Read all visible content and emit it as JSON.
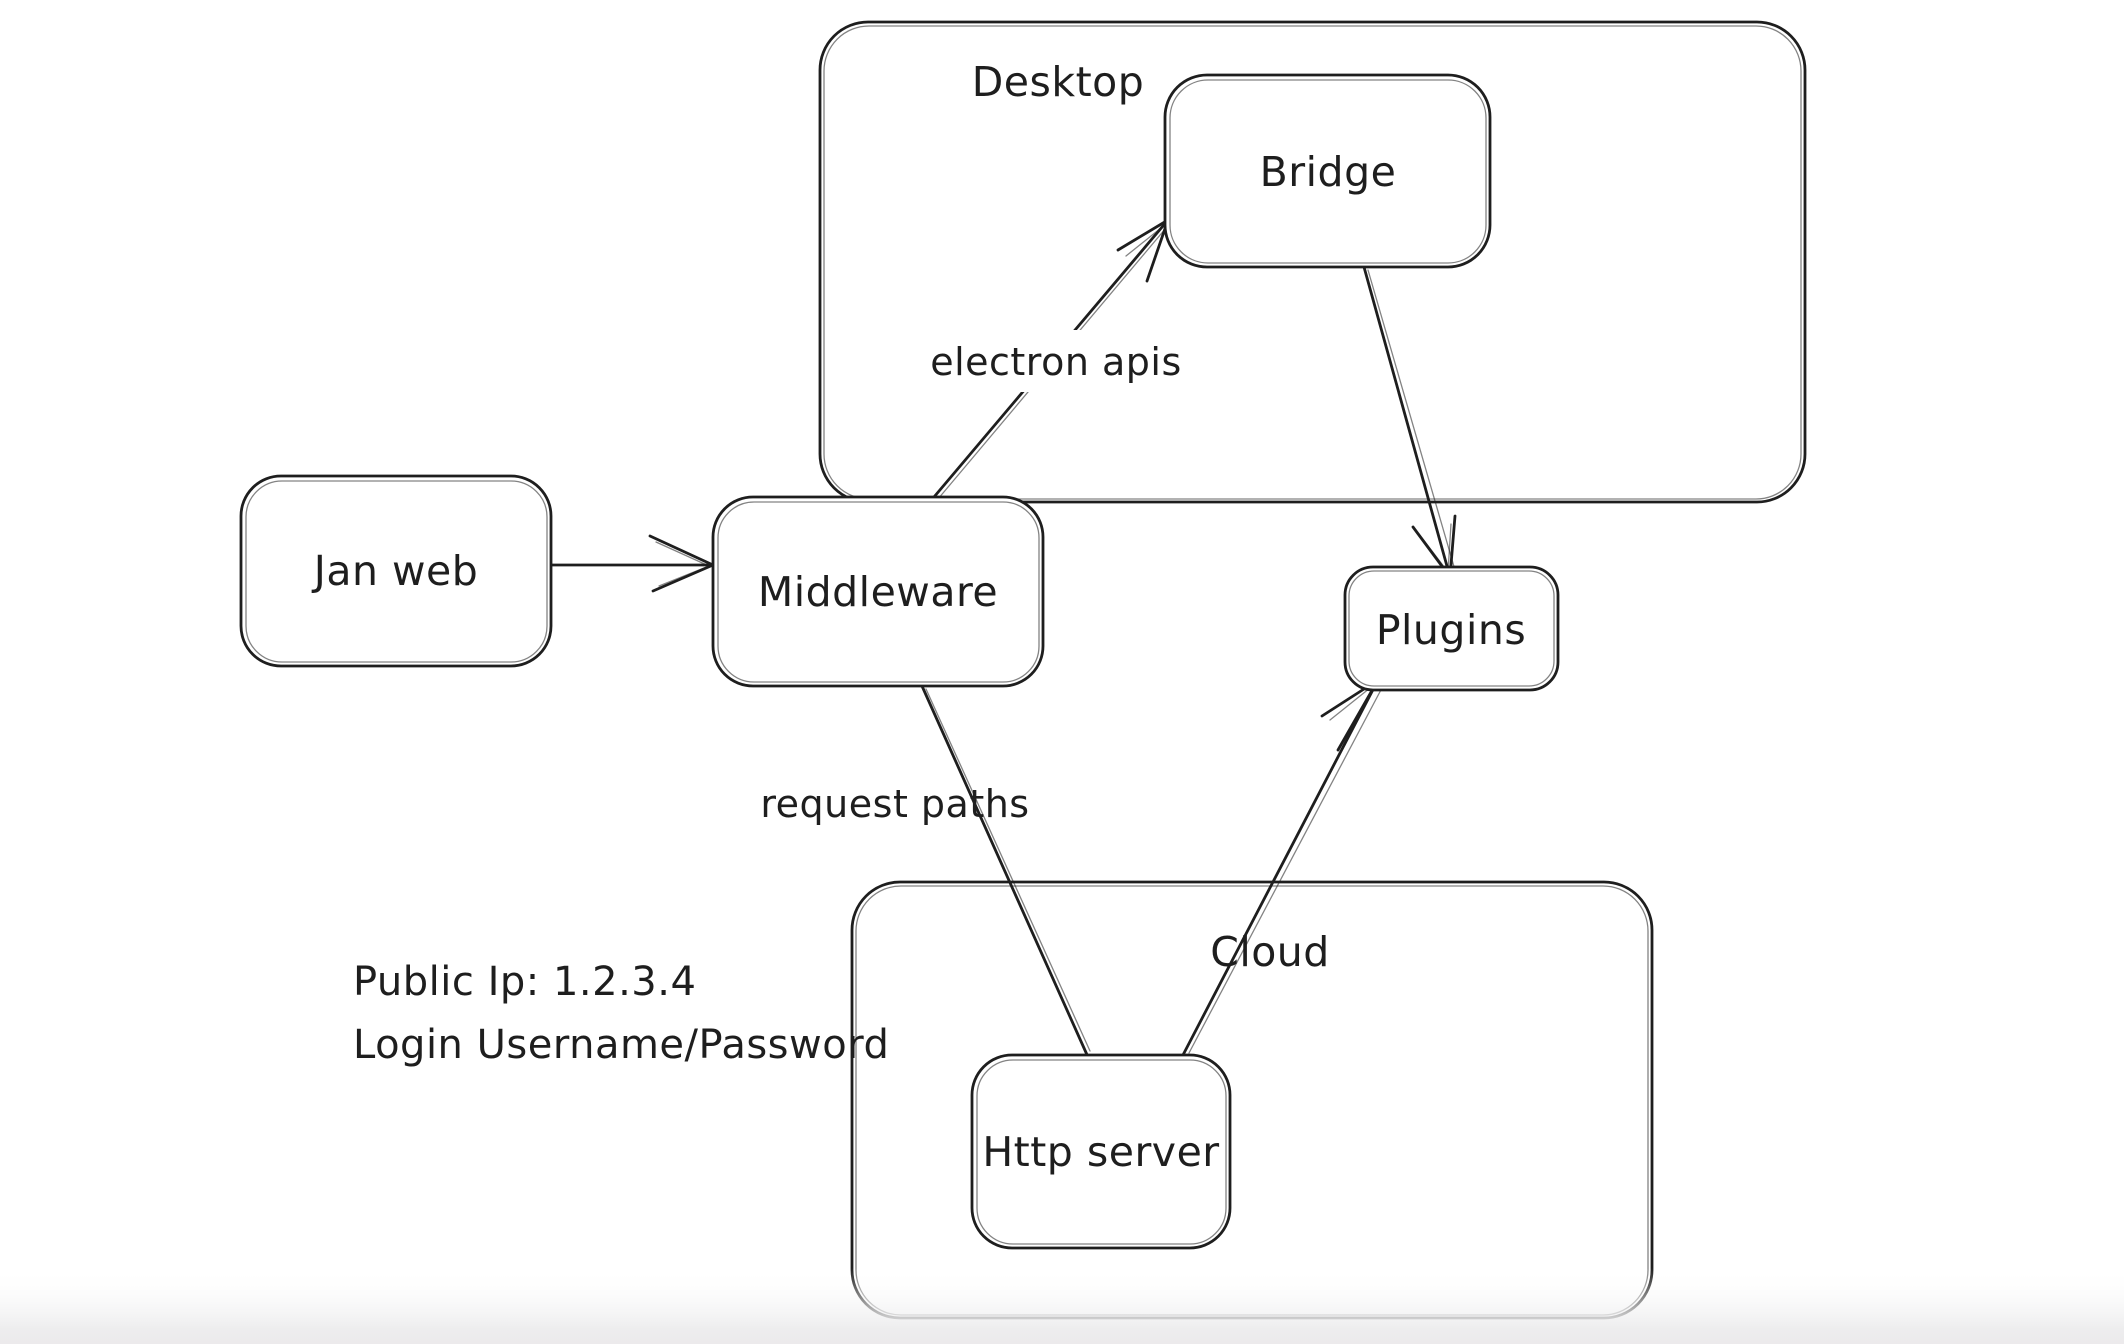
{
  "diagram": {
    "style": {
      "stroke_color": "#1e1e1e",
      "background_color": "#ffffff",
      "bottom_shade_color": "#ededee"
    },
    "containers": [
      {
        "id": "desktop",
        "label": "Desktop"
      },
      {
        "id": "cloud",
        "label": "Cloud"
      }
    ],
    "nodes": [
      {
        "id": "jan-web",
        "label": "Jan web"
      },
      {
        "id": "middleware",
        "label": "Middleware"
      },
      {
        "id": "bridge",
        "label": "Bridge"
      },
      {
        "id": "plugins",
        "label": "Plugins"
      },
      {
        "id": "http-server",
        "label": "Http server"
      }
    ],
    "edges": [
      {
        "from": "jan-web",
        "to": "middleware",
        "label": "",
        "arrowhead": true
      },
      {
        "from": "middleware",
        "to": "bridge",
        "label": "electron apis",
        "arrowhead": true
      },
      {
        "from": "bridge",
        "to": "plugins",
        "label": "",
        "arrowhead": true
      },
      {
        "from": "middleware",
        "to": "http-server",
        "label": "request paths",
        "arrowhead": false
      },
      {
        "from": "http-server",
        "to": "plugins",
        "label": "",
        "arrowhead": true
      }
    ],
    "annotations": [
      {
        "id": "public-ip",
        "text": "Public Ip: 1.2.3.4"
      },
      {
        "id": "login",
        "text": "Login Username/Password"
      }
    ]
  }
}
